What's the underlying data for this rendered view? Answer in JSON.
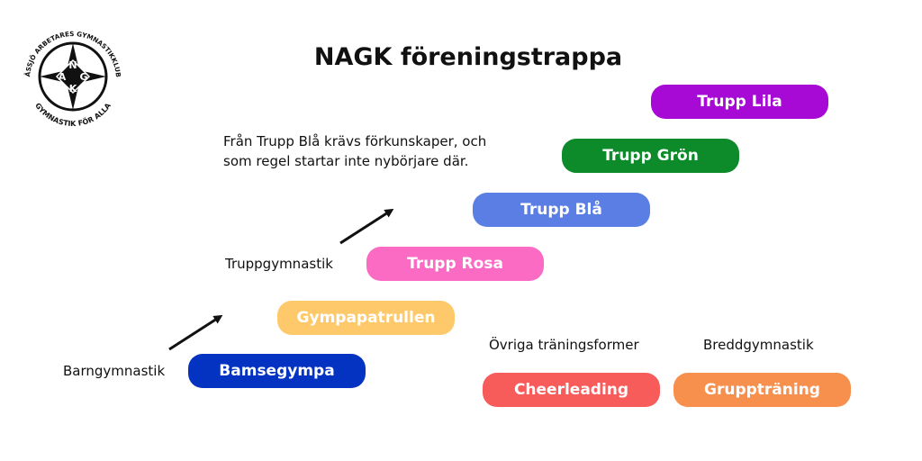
{
  "title": "NAGK föreningstrappa",
  "logo": {
    "ring_text": "NÄSSJÖ ARBETARES GYMNASTIKKLUBB",
    "bottom_text": "GYMNASTIK FÖR ALLA",
    "letters": [
      "N",
      "A",
      "G",
      "K"
    ]
  },
  "note": {
    "line1": "Från Trupp Blå krävs förkunskaper, och",
    "line2": "som regel startar inte nybörjare där."
  },
  "labels": {
    "barn": "Barngymnastik",
    "trupp": "Truppgymnastik",
    "ovriga": "Övriga träningsformer",
    "bredd": "Breddgymnastik"
  },
  "steps": [
    {
      "label": "Bamsegympa",
      "color": "#0433c2"
    },
    {
      "label": "Gympapatrullen",
      "color": "#fdc96b"
    },
    {
      "label": "Trupp Rosa",
      "color": "#fb6bc4"
    },
    {
      "label": "Trupp Blå",
      "color": "#5b7ee4"
    },
    {
      "label": "Trupp Grön",
      "color": "#0d8a2a"
    },
    {
      "label": "Trupp Lila",
      "color": "#a80ad6"
    }
  ],
  "other": [
    {
      "label": "Cheerleading",
      "color": "#f75b5a"
    },
    {
      "label": "Gruppträning",
      "color": "#f7904d"
    }
  ]
}
